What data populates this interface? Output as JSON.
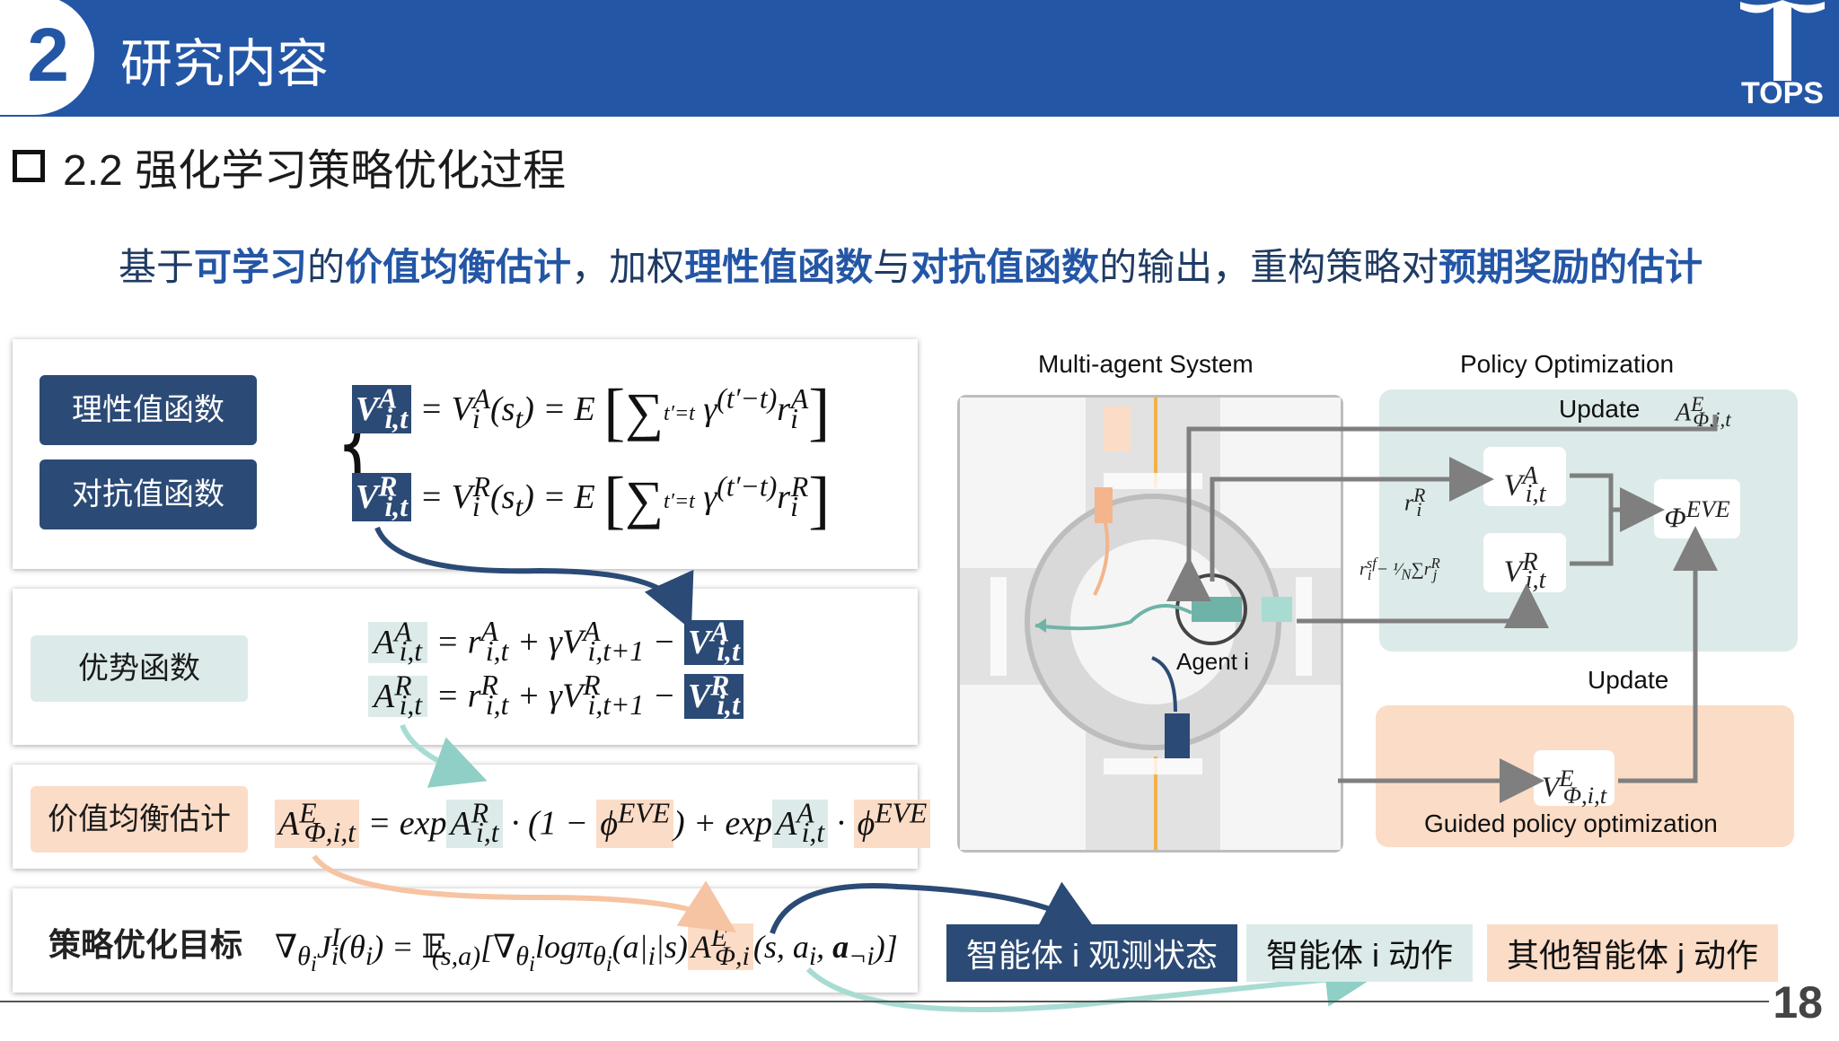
{
  "header": {
    "section_number": "2",
    "title": "研究内容",
    "logo_text": "TOPS"
  },
  "section": {
    "title": "2.2 强化学习策略优化过程"
  },
  "headline": {
    "p1": "基于",
    "b1": "可学习",
    "p2": "的",
    "b2": "价值均衡估计",
    "p3": "，加权",
    "b3": "理性值函数",
    "p4": "与",
    "b4": "对抗值函数",
    "p5": "的输出，重构策略对",
    "b5": "预期奖励的估计"
  },
  "labels": {
    "rational": "理性值函数",
    "adversarial": "对抗值函数",
    "advantage": "优势函数",
    "equilibrium": "价值均衡估计",
    "objective": "策略优化目标"
  },
  "diagram": {
    "left_title": "Multi-agent System",
    "right_title": "Policy Optimization",
    "update_top": "Update",
    "update_mid": "Update",
    "agent_label": "Agent i",
    "guided": "Guided policy optimization"
  },
  "legend": {
    "observe": "智能体 i 观测状态",
    "action": "智能体 i 动作",
    "others": "其他智能体 j 动作"
  },
  "colors": {
    "header_blue": "#2456a6",
    "navy": "#2b4a75",
    "teal": "#dcebe9",
    "peach": "#fbdcc7",
    "teal_line": "#6fb3a8"
  },
  "page_number": "18"
}
